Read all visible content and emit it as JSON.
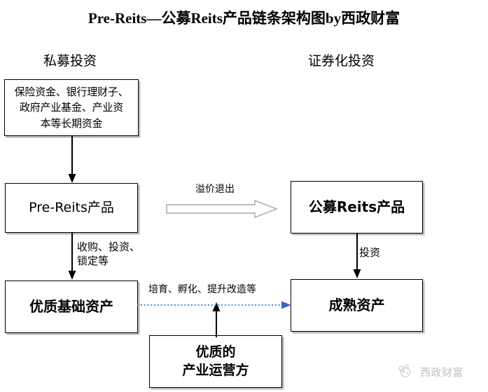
{
  "diagram": {
    "title": "Pre-Reits—公募Reits产品链条架构图by西政财富",
    "columns": [
      {
        "name": "private-investment",
        "label": "私募投资"
      },
      {
        "name": "securitization-investment",
        "label": "证券化投资"
      }
    ],
    "nodes": [
      {
        "id": "funding",
        "label": "保险资金、银行理财子、\n政府产业基金、产业资\n本等长期资金"
      },
      {
        "id": "prereits",
        "label": "Pre-Reits产品"
      },
      {
        "id": "public-reits",
        "label": "公募Reits产品"
      },
      {
        "id": "quality-asset",
        "label": "优质基础资产"
      },
      {
        "id": "mature-asset",
        "label": "成熟资产"
      },
      {
        "id": "operator",
        "label": "优质的\n产业运营方"
      }
    ],
    "edges": [
      {
        "id": "funding-to-prereits",
        "label": "",
        "style": "solid-black",
        "direction": "down"
      },
      {
        "id": "prereits-to-public-reits",
        "label": "溢价退出",
        "style": "hollow-block",
        "direction": "right"
      },
      {
        "id": "prereits-to-quality-asset",
        "label": "收购、投资、\n锁定等",
        "style": "solid-black",
        "direction": "down"
      },
      {
        "id": "public-reits-to-mature-asset",
        "label": "投资",
        "style": "solid-black",
        "direction": "down"
      },
      {
        "id": "quality-asset-to-mature-asset",
        "label": "培育、孵化、提升改造等",
        "style": "dotted-blue",
        "direction": "right"
      },
      {
        "id": "operator-to-edge",
        "label": "",
        "style": "solid-black",
        "direction": "up"
      }
    ],
    "colors": {
      "line": "#000000",
      "dotted_accent": "#5b8fd4",
      "arrowhead_accent": "#3b68bd",
      "block_arrow_outline": "#9a9a9a",
      "box_border": "#000000",
      "box_shadow": "#828282",
      "watermark": "#9a9a9a",
      "background": "#ffffff"
    }
  },
  "watermark": {
    "text": "西政财富",
    "icon": "cloud-logo-icon"
  }
}
